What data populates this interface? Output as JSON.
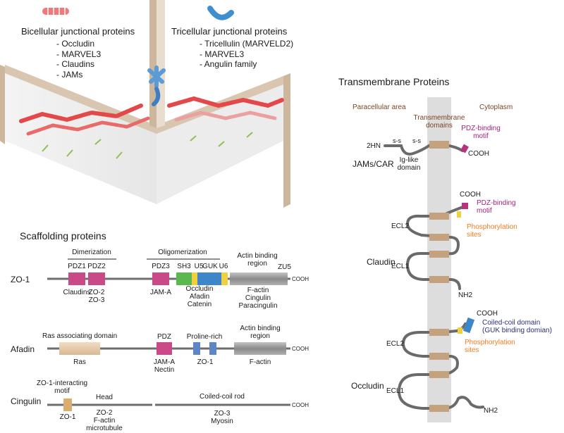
{
  "junction": {
    "bicellular": {
      "title": "Bicellular junctional proteins",
      "items": [
        "- Occludin",
        "- MARVEL3",
        "- Claudins",
        "- JAMs"
      ]
    },
    "tricellular": {
      "title": "Tricellular junctional proteins",
      "items": [
        "- Tricellulin (MARVELD2)",
        "- MARVEL3",
        "- Angulin family"
      ]
    }
  },
  "scaffold": {
    "title": "Scaffolding proteins",
    "zo1": {
      "name": "ZO-1",
      "dimerization": "Dimerization",
      "oligomerization": "Oligomerization",
      "actin_region": [
        "Actin binding",
        "region"
      ],
      "zu5": "ZU5",
      "cooh": "COOH",
      "domains": {
        "pdz1": "PDZ1",
        "pdz2": "PDZ2",
        "pdz3": "PDZ3",
        "sh3": "SH3",
        "u5": "U5",
        "guk": "GUK",
        "u6": "U6"
      },
      "partners": {
        "pdz1": [
          "Claudins"
        ],
        "pdz2": [
          "ZO-2",
          "ZO-3"
        ],
        "pdz3": [
          "JAM-A"
        ],
        "sh3": [
          "Occludin",
          "Afadin",
          "Catenin"
        ],
        "actin": [
          "F-actin",
          "Cingulin",
          "Paracingulin"
        ]
      }
    },
    "afadin": {
      "name": "Afadin",
      "ras_label": "Ras  associating domain",
      "pdz": "PDZ",
      "proline": "Proline-rich",
      "actin_region": [
        "Actin binding",
        "region"
      ],
      "cooh": "COOH",
      "partners": {
        "ras": [
          "Ras"
        ],
        "pdz": [
          "JAM-A",
          "Nectin"
        ],
        "proline": [
          "ZO-1"
        ],
        "actin": [
          "F-actin"
        ]
      }
    },
    "cingulin": {
      "name": "Cingulin",
      "motif_label": [
        "ZO-1-interacting",
        "motif"
      ],
      "head": "Head",
      "rod": "Coiled-coil rod",
      "cooh": "COOH",
      "partners": {
        "motif": [
          "ZO-1"
        ],
        "head": [
          "ZO-2",
          "F-actin",
          "microtubule"
        ],
        "rod": [
          "ZO-3",
          "Myosin"
        ]
      }
    }
  },
  "transmembrane": {
    "title": "Transmembrane Proteins",
    "regions": {
      "paracellular": "Paracellular area",
      "tm": [
        "Transmembrane",
        "domains"
      ],
      "cytoplasm": "Cytoplasm"
    },
    "jams": {
      "name": "JAMs/CAR",
      "n_term": "2HN",
      "ss1": "s-s",
      "ss2": "s-s",
      "ig": [
        "Ig-like",
        "domain"
      ],
      "pdz_motif": [
        "PDZ-binding",
        "motif"
      ],
      "c_term": "COOH"
    },
    "claudin": {
      "name": "Claudin",
      "cooh": "COOH",
      "pdz_motif": [
        "PDZ-binding",
        "motif"
      ],
      "phospho": [
        "Phosphorylation",
        "sites"
      ],
      "ecl2": "ECL2",
      "ecl1": "ECL1",
      "nh2": "NH2"
    },
    "occludin": {
      "name": "Occludin",
      "cooh": "COOH",
      "coil": [
        "Coiled-coil domain",
        "(GUK binding domian)"
      ],
      "phospho": [
        "Phosphorylation",
        "sites"
      ],
      "ecl2": "ECL2",
      "ecl1": "ECL1",
      "nh2": "NH2"
    }
  },
  "colors": {
    "pdz": "#c94a86",
    "sh3": "#5bb84f",
    "yellow": "#f2cf3f",
    "guk": "#3c86c9",
    "actin": "#9d9d9d",
    "ras": "#e3c8a3",
    "proline": "#5e86c7",
    "membrane": "#b68b61",
    "pdz_text": "#a3237a",
    "phospho_text": "#ef7d22",
    "coil_text": "#2b2f82",
    "region_text": "#7a4426"
  }
}
